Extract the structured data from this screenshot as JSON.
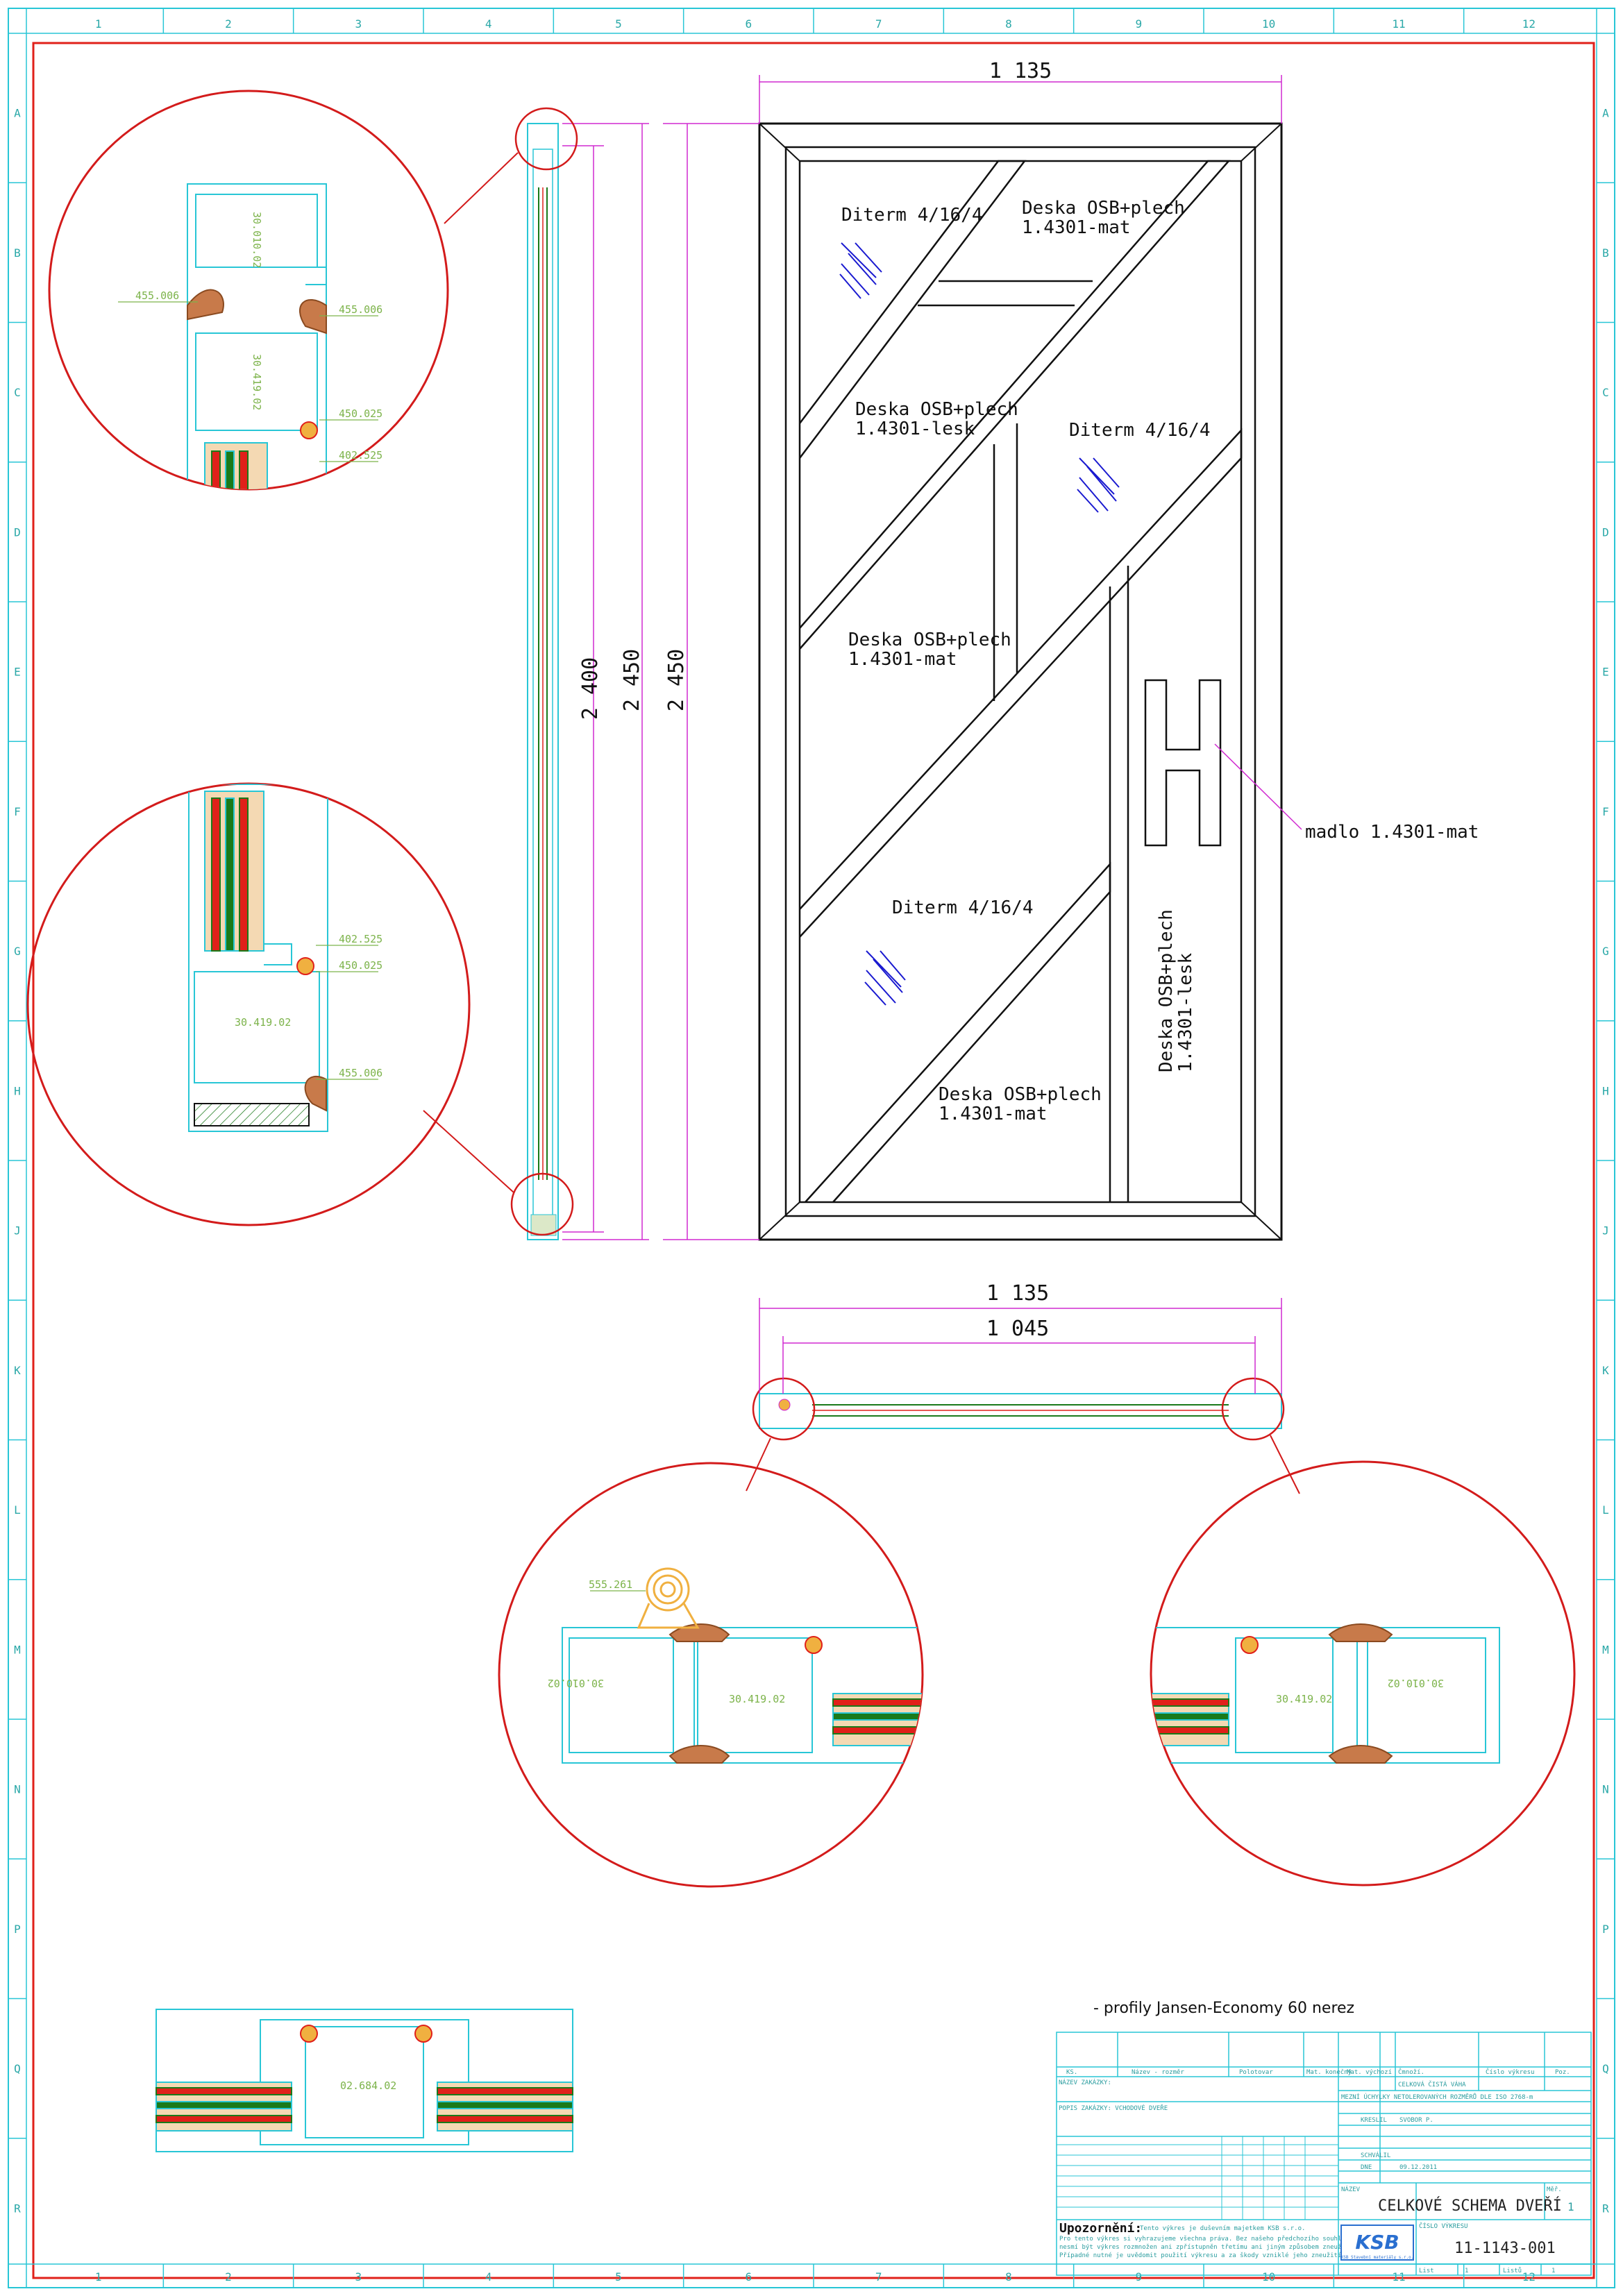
{
  "border_color": "#e0201a",
  "detail_circle_color": "#d31b1b",
  "profile_color": "#28c6d6",
  "glass_color": "#1a7a1a",
  "dimension_color": "#d02ad0",
  "label_color": "#7cb34a",
  "grid": {
    "columns": [
      "1",
      "2",
      "3",
      "4",
      "5",
      "6",
      "7",
      "8",
      "9",
      "10",
      "11",
      "12"
    ],
    "rows": [
      "A",
      "B",
      "C",
      "D",
      "E",
      "F",
      "G",
      "H",
      "J",
      "K",
      "L",
      "M",
      "N",
      "P",
      "Q",
      "R"
    ]
  },
  "door": {
    "dim_width_top": "1 135",
    "dim_height_1": "2 400",
    "dim_height_2": "2 450",
    "dim_height_3": "2 450",
    "panels": [
      "Diterm 4/16/4",
      "Deska OSB+plech",
      "1.4301-mat",
      "Deska OSB+plech",
      "1.4301-lesk",
      "Diterm 4/16/4",
      "Deska OSB+plech",
      "1.4301-mat",
      "Diterm 4/16/4",
      "Deska OSB+plech",
      "1.4301-mat",
      "Deska OSB+plech",
      "1.4301-lesk"
    ],
    "handle_label": "madlo 1.4301-mat"
  },
  "plan": {
    "dim_outer": "1 135",
    "dim_inner": "1 045"
  },
  "details": {
    "top_left": [
      "30.010.02",
      "455.006",
      "455.006",
      "30.419.02",
      "450.025",
      "402.525"
    ],
    "mid_left": [
      "402.525",
      "450.025",
      "30.419.02",
      "455.006"
    ],
    "bottom_left": [
      "555.261",
      "30.010.02",
      "30.419.02"
    ],
    "bottom_right": [
      "30.419.02",
      "30.010.02"
    ],
    "mullion": [
      "02.684.02"
    ]
  },
  "note": "- profily Jansen-Economy 60 nerez",
  "title_block": {
    "header_cells": [
      "KS.",
      "Název - rozměr",
      "Polotovar",
      "Mat. konečný",
      "Mat. výchozí",
      "Čmnoží.",
      "Číslo výkresu",
      "Poz."
    ],
    "customer_label": "NÁZEV ZAKÁZKY:",
    "order_label": "POPIS ZAKÁZKY: VCHODOVÉ DVEŘE",
    "weight_label": "CELKOVÁ ČISTÁ VÁHA",
    "tolerance": "MEZNÍ ÚCHYLKY NETOLEROVANÝCH ROZMĚRŮ DLE ISO 2768-m",
    "drawn_label": "KRESLIL",
    "drawn_by": "SVOBOR P.",
    "checked_label": "SCHVÁLIL",
    "date_label": "DNE",
    "date": "09.12.2011",
    "name_label": "NÁZEV",
    "title": "CELKOVÉ SCHEMA DVEŘÍ",
    "scale_label": "Měř.",
    "scale": "1",
    "drawing_no_label": "ČÍSLO VÝKRESU",
    "drawing_no": "11-1143-001",
    "sheet_label": "List",
    "sheet": "1",
    "sheets_label": "Listů",
    "sheets": "1",
    "warning_title": "Upozornění:",
    "warning_lines": [
      "Tento výkres je duševním majetkem KSB s.r.o.",
      "Pro tento výkres si vyhrazujeme všechna práva. Bez našeho předchozího souhlasu",
      "nesmí být výkres rozmnožen ani zpřístupněn třetímu ani jiným způsobem zneužit.",
      "Případné nutné je uvědomit použití výkresu a za škody vzniklé jeho zneužitím"
    ],
    "logo": "KSB",
    "logo_sub": "KSB Stavební materiály s.r.o."
  }
}
